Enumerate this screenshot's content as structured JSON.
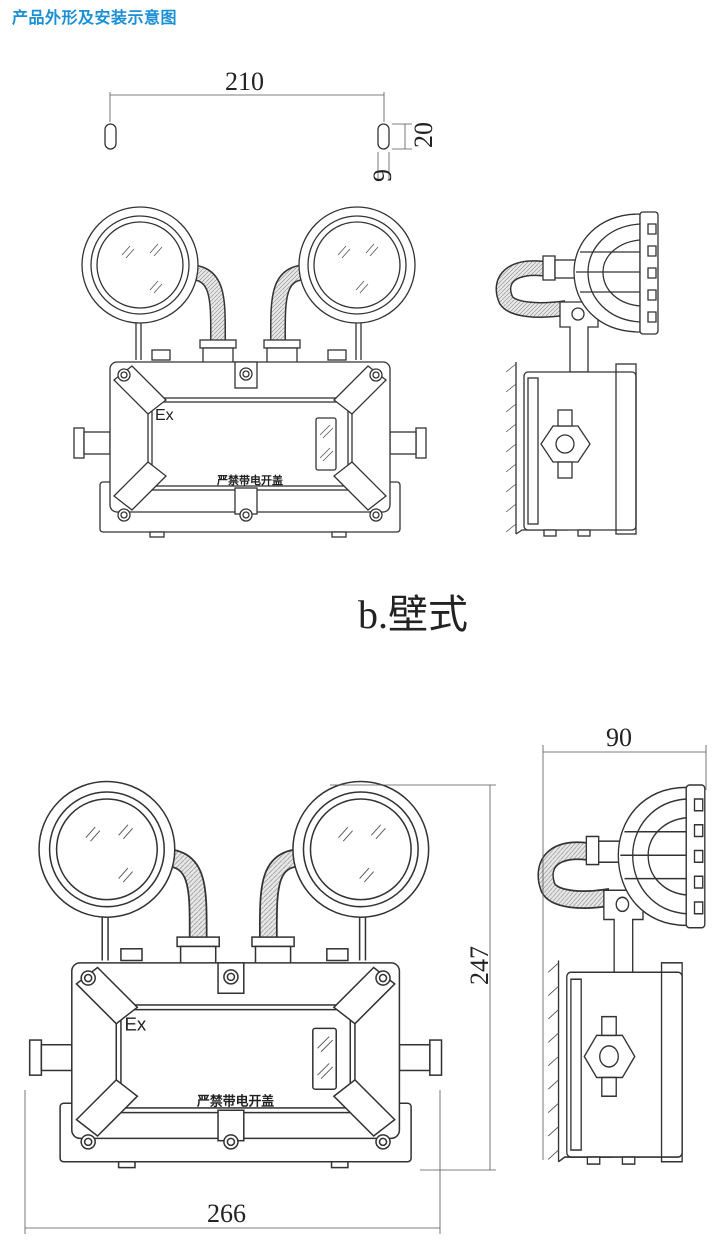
{
  "title": "产品外形及安装示意图",
  "top_dimensions": {
    "hole_spacing": "210",
    "slot_height": "20",
    "slot_width": "9"
  },
  "caption": "b.壁式",
  "front_panel": {
    "ex_mark": "Ex",
    "warning": "严禁带电开盖"
  },
  "bottom_dimensions": {
    "depth": "90",
    "height": "247",
    "width": "266"
  },
  "colors": {
    "title": "#1a8fd6",
    "line": "#333333"
  }
}
